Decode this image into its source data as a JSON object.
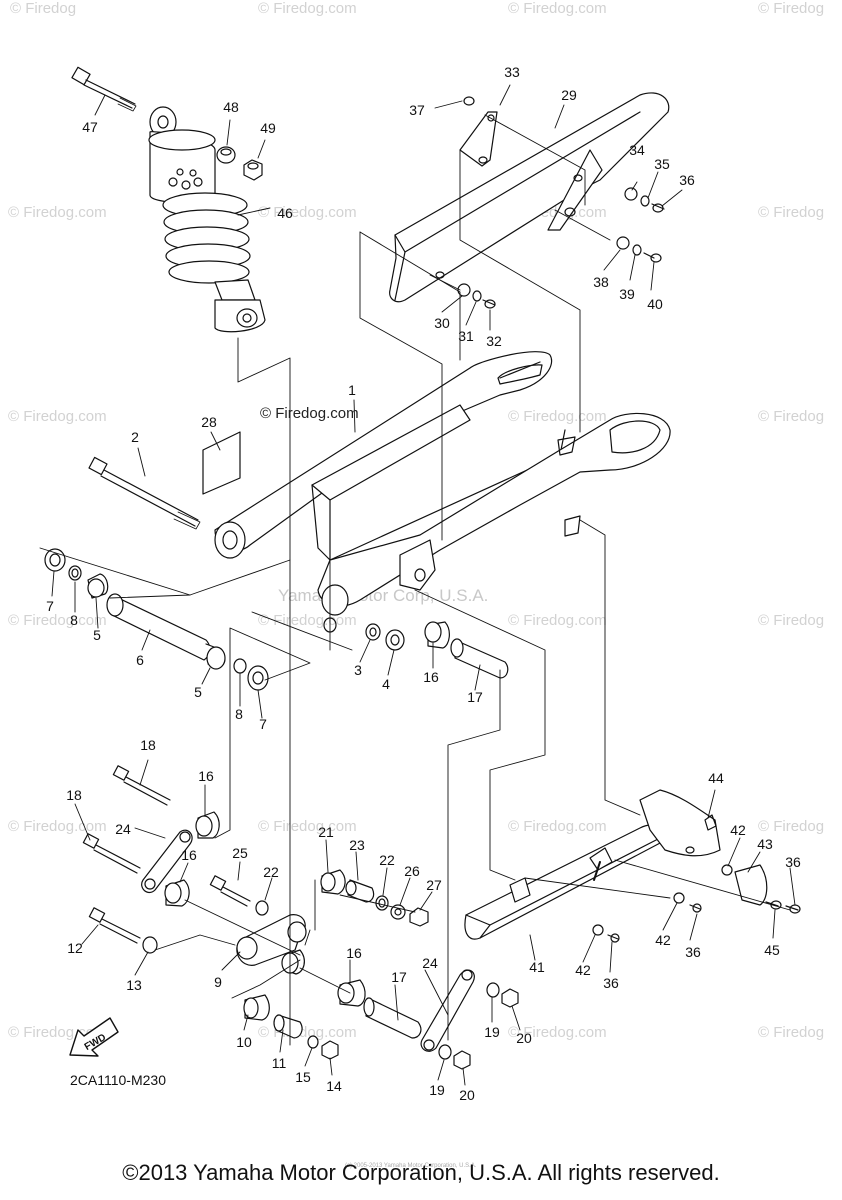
{
  "watermark_text": "© Firedog.com",
  "watermark_short": "© Firedog",
  "watermark_rotten": "© Firedog.com",
  "center_mark": "© Firedog.com",
  "yamaha_watermark": "Yamaha Motor Corp, U.S.A.",
  "diagram_code": "2CA1110-M230",
  "fwd_label": "FWD",
  "tiny_note": "(c) 2005-2013 Yamaha Motor Corporation, U.S.A.",
  "copyright": "©2013 Yamaha Motor Corporation, U.S.A. All rights reserved.",
  "callouts": {
    "c1": "1",
    "c2": "2",
    "c3": "3",
    "c4": "4",
    "c5a": "5",
    "c5b": "5",
    "c6": "6",
    "c7a": "7",
    "c7b": "7",
    "c8a": "8",
    "c8b": "8",
    "c9": "9",
    "c10": "10",
    "c11": "11",
    "c12": "12",
    "c13": "13",
    "c14": "14",
    "c15": "15",
    "c16a": "16",
    "c16b": "16",
    "c16c": "16",
    "c16d": "16",
    "c17a": "17",
    "c17b": "17",
    "c18a": "18",
    "c18b": "18",
    "c19a": "19",
    "c19b": "19",
    "c20a": "20",
    "c20b": "20",
    "c21": "21",
    "c22a": "22",
    "c22b": "22",
    "c23": "23",
    "c24a": "24",
    "c24b": "24",
    "c25": "25",
    "c26": "26",
    "c27": "27",
    "c28": "28",
    "c29": "29",
    "c30": "30",
    "c31": "31",
    "c32": "32",
    "c33": "33",
    "c34": "34",
    "c35": "35",
    "c36a": "36",
    "c36b": "36",
    "c36c": "36",
    "c36d": "36",
    "c37": "37",
    "c38": "38",
    "c39": "39",
    "c40": "40",
    "c41": "41",
    "c42a": "42",
    "c42b": "42",
    "c42c": "42",
    "c43": "43",
    "c44": "44",
    "c45": "45",
    "c46": "46",
    "c47": "47",
    "c48": "48",
    "c49": "49"
  }
}
